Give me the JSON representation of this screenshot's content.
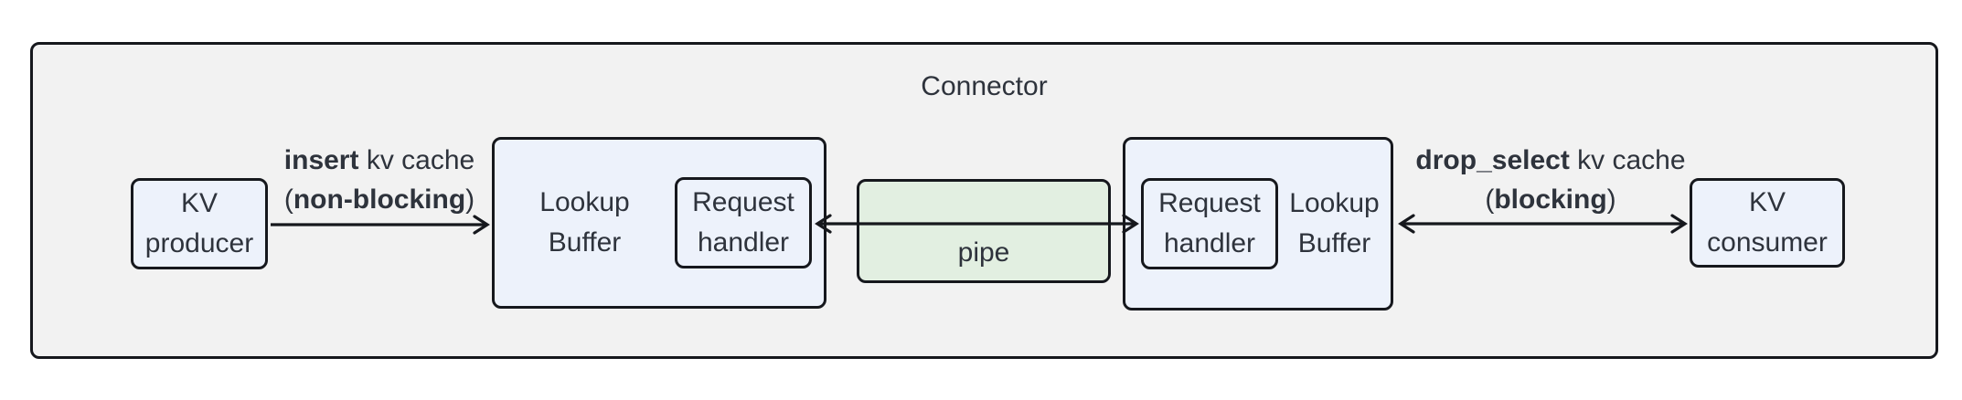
{
  "title": "Connector",
  "nodes": {
    "kv_producer": {
      "line1": "KV",
      "line2": "producer"
    },
    "lookup_buffer_left": {
      "line1": "Lookup",
      "line2": "Buffer"
    },
    "request_handler_left": {
      "line1": "Request",
      "line2": "handler"
    },
    "pipe": {
      "label": "pipe"
    },
    "request_handler_right": {
      "line1": "Request",
      "line2": "handler"
    },
    "lookup_buffer_right": {
      "line1": "Lookup",
      "line2": "Buffer"
    },
    "kv_consumer": {
      "line1": "KV",
      "line2": "consumer"
    }
  },
  "edges": {
    "insert": {
      "bold": "insert",
      "rest": " kv cache",
      "open": "(",
      "bold2": "non-blocking",
      "close": ")"
    },
    "drop_select": {
      "bold": "drop_select",
      "rest": " kv cache",
      "open": "(",
      "bold2": "blocking",
      "close": ")"
    }
  },
  "colors": {
    "container_fill": "#f2f2f2",
    "node_fill": "#edf2fb",
    "pipe_fill": "#e2efe1",
    "border": "#16181d",
    "text": "#2e333c"
  }
}
